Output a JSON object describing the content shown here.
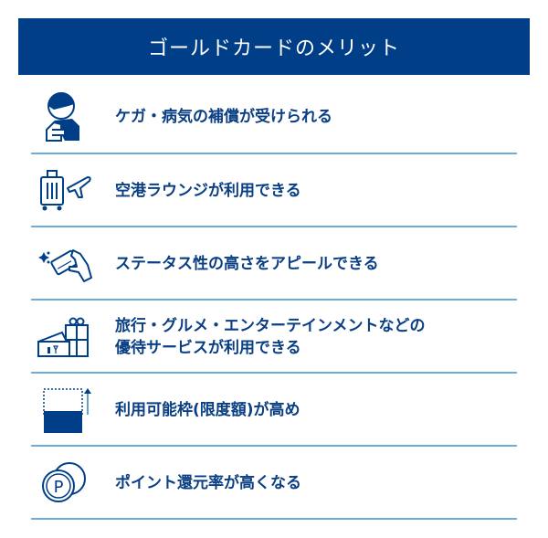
{
  "header": {
    "title": "ゴールドカードのメリット"
  },
  "colors": {
    "header_bg": "#003f88",
    "text": "#0a3f84",
    "separator": "#6aaedb",
    "icon": "#003f88"
  },
  "benefits": [
    {
      "icon": "injured-person-icon",
      "text": "ケガ・病気の補償が受けられる"
    },
    {
      "icon": "suitcase-airplane-icon",
      "text": "空港ラウンジが利用できる"
    },
    {
      "icon": "hand-card-icon",
      "text": "ステータス性の高さをアピールできる"
    },
    {
      "icon": "gift-box-icon",
      "text": "旅行・グルメ・エンターテインメントなどの\n優待サービスが利用できる"
    },
    {
      "icon": "limit-increase-icon",
      "text": "利用可能枠(限度額)が高め"
    },
    {
      "icon": "point-coin-icon",
      "text": "ポイント還元率が高くなる"
    }
  ]
}
